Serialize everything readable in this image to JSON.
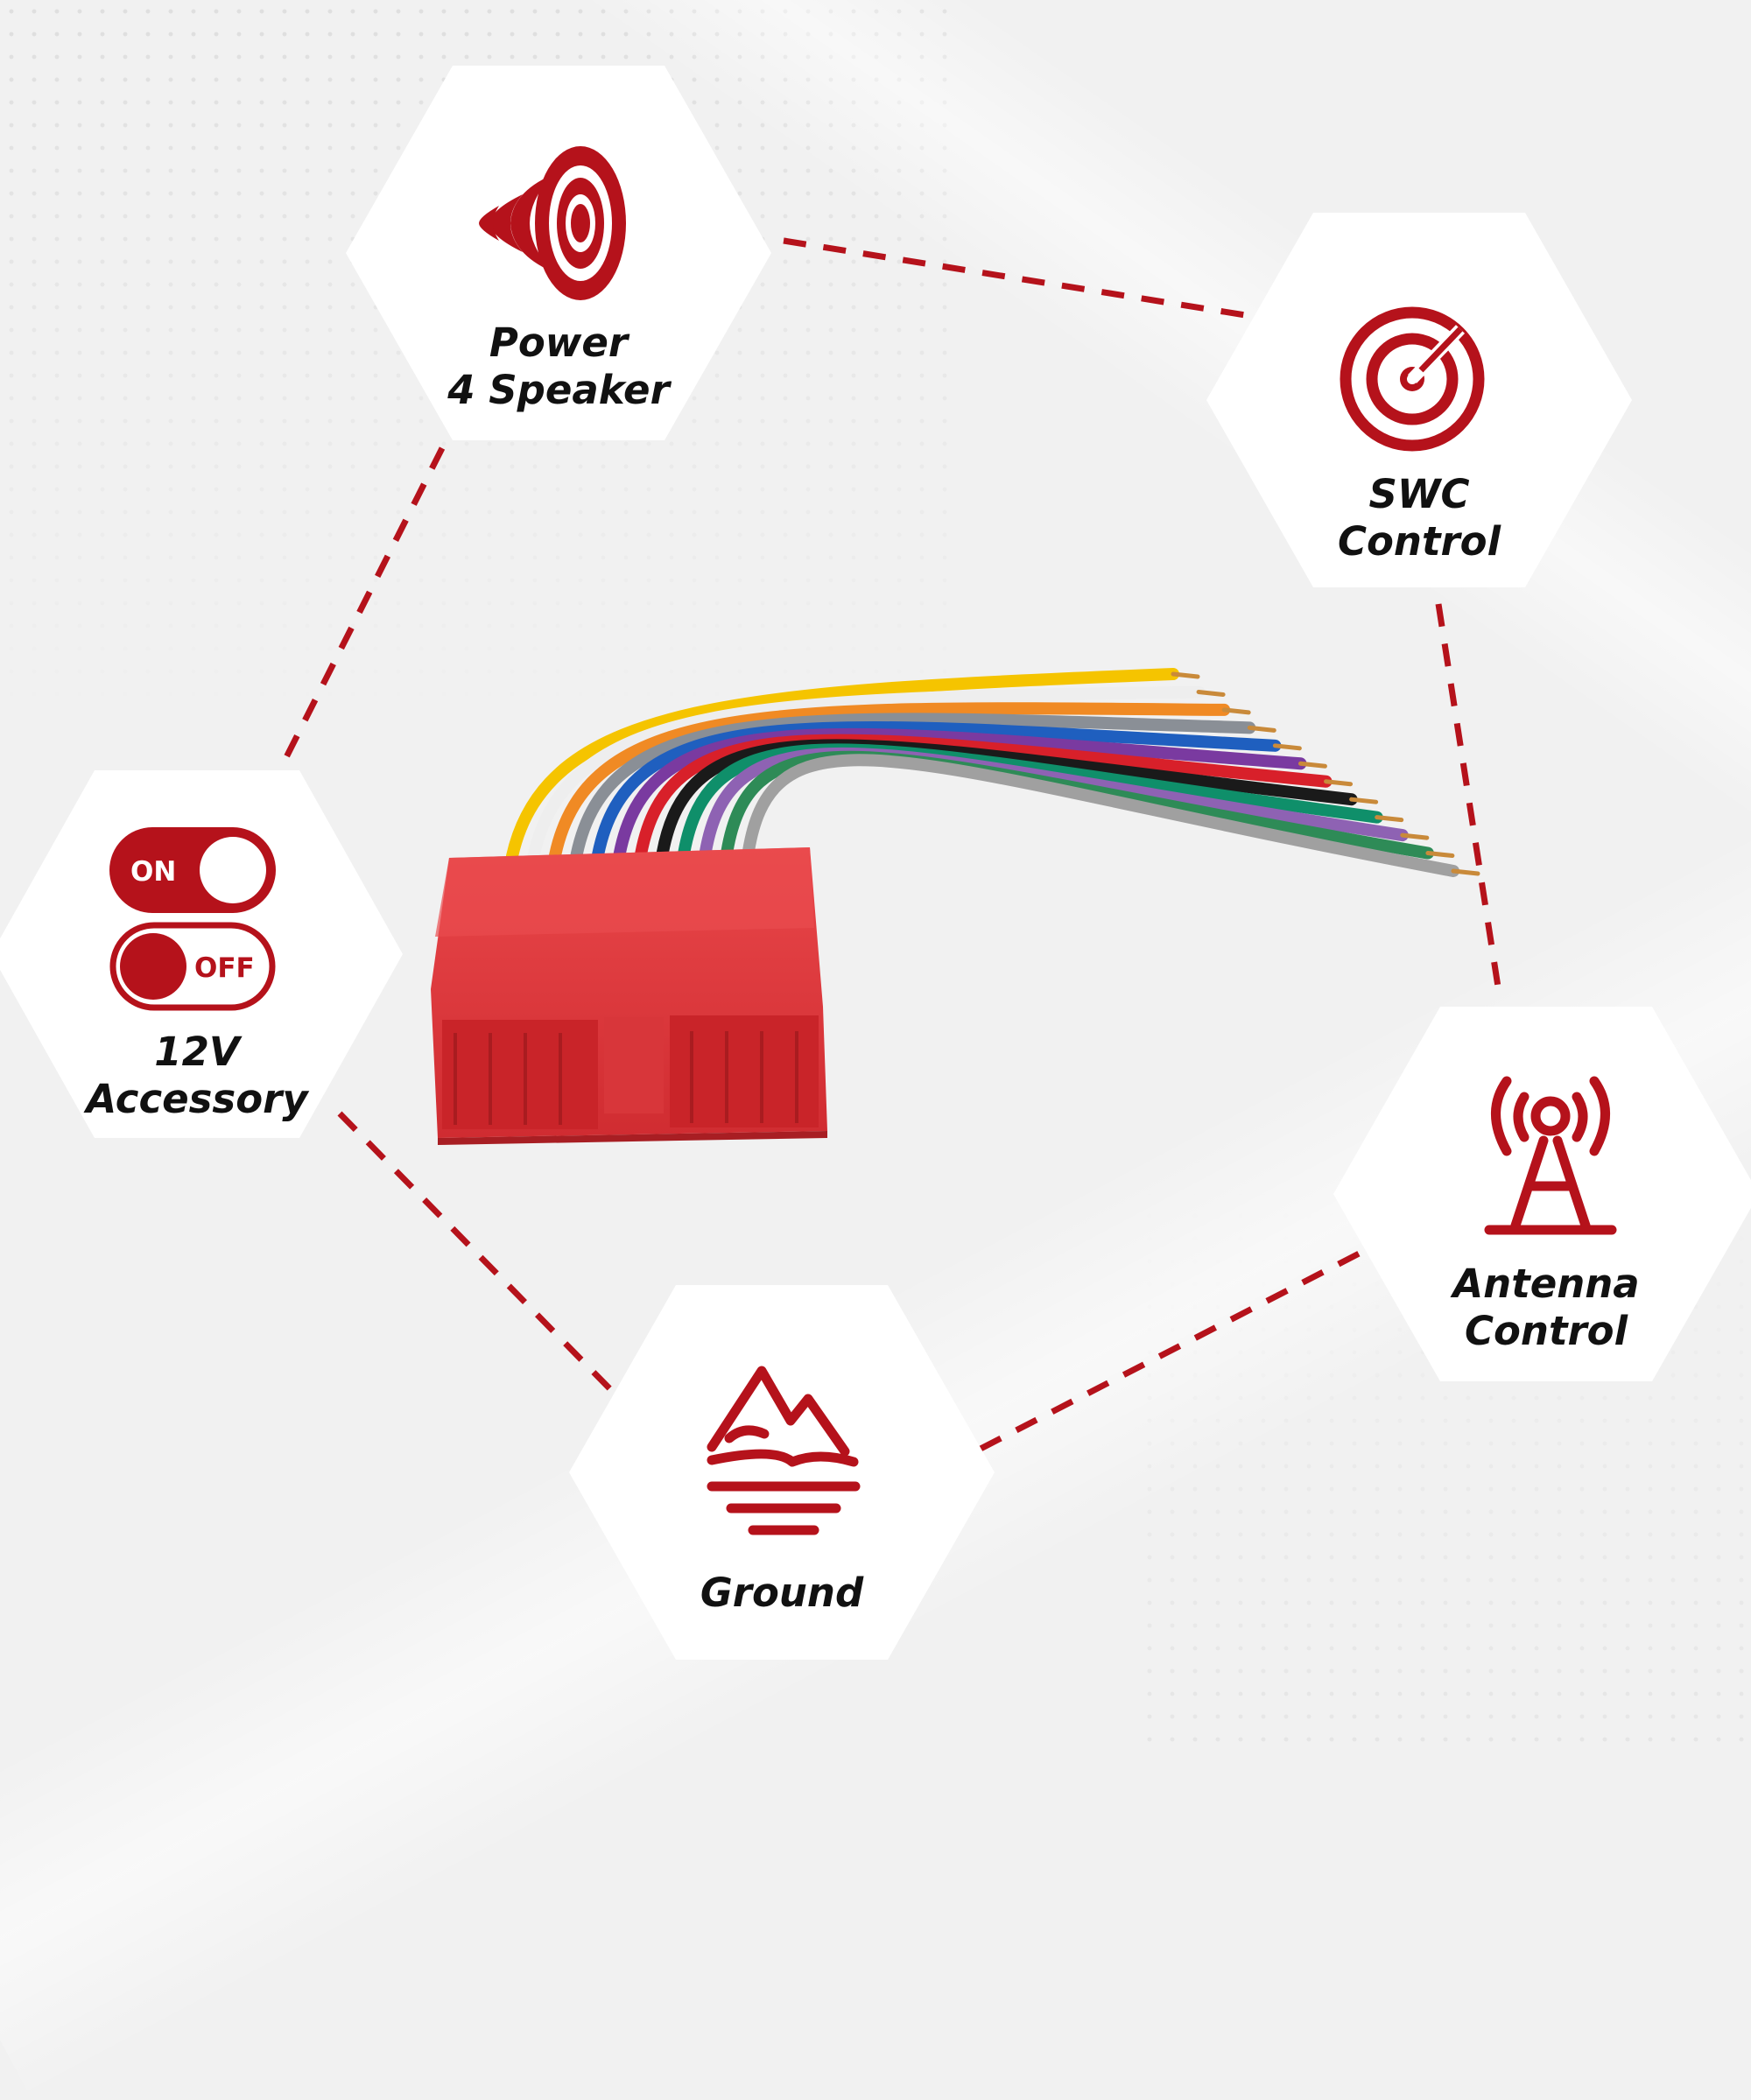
{
  "features": [
    {
      "id": "power",
      "icon": "speaker-icon",
      "lines": [
        "Power",
        "4 Speaker"
      ]
    },
    {
      "id": "swc",
      "icon": "steering-wheel-control-icon",
      "lines": [
        "SWC",
        "Control"
      ]
    },
    {
      "id": "accessory",
      "icon": "on-off-toggle-icon",
      "lines": [
        "12V",
        "Accessory"
      ],
      "toggle_on": "ON",
      "toggle_off": "OFF"
    },
    {
      "id": "antenna",
      "icon": "antenna-tower-icon",
      "lines": [
        "Antenna",
        "Control"
      ]
    },
    {
      "id": "ground",
      "icon": "ground-landscape-icon",
      "lines": [
        "Ground"
      ]
    }
  ],
  "colors": {
    "accent": "#b5121b",
    "connector": "#e23a3e",
    "text": "#111111",
    "hexagon": "#ffffff"
  },
  "wire_colors": [
    "#f5c400",
    "#eeeeee",
    "#f08a24",
    "#8a8f96",
    "#1f5fbf",
    "#7a3aa0",
    "#d8202a",
    "#1a1a1a",
    "#0f8f6a",
    "#8e62b3",
    "#2e8b57",
    "#a0a0a0"
  ]
}
